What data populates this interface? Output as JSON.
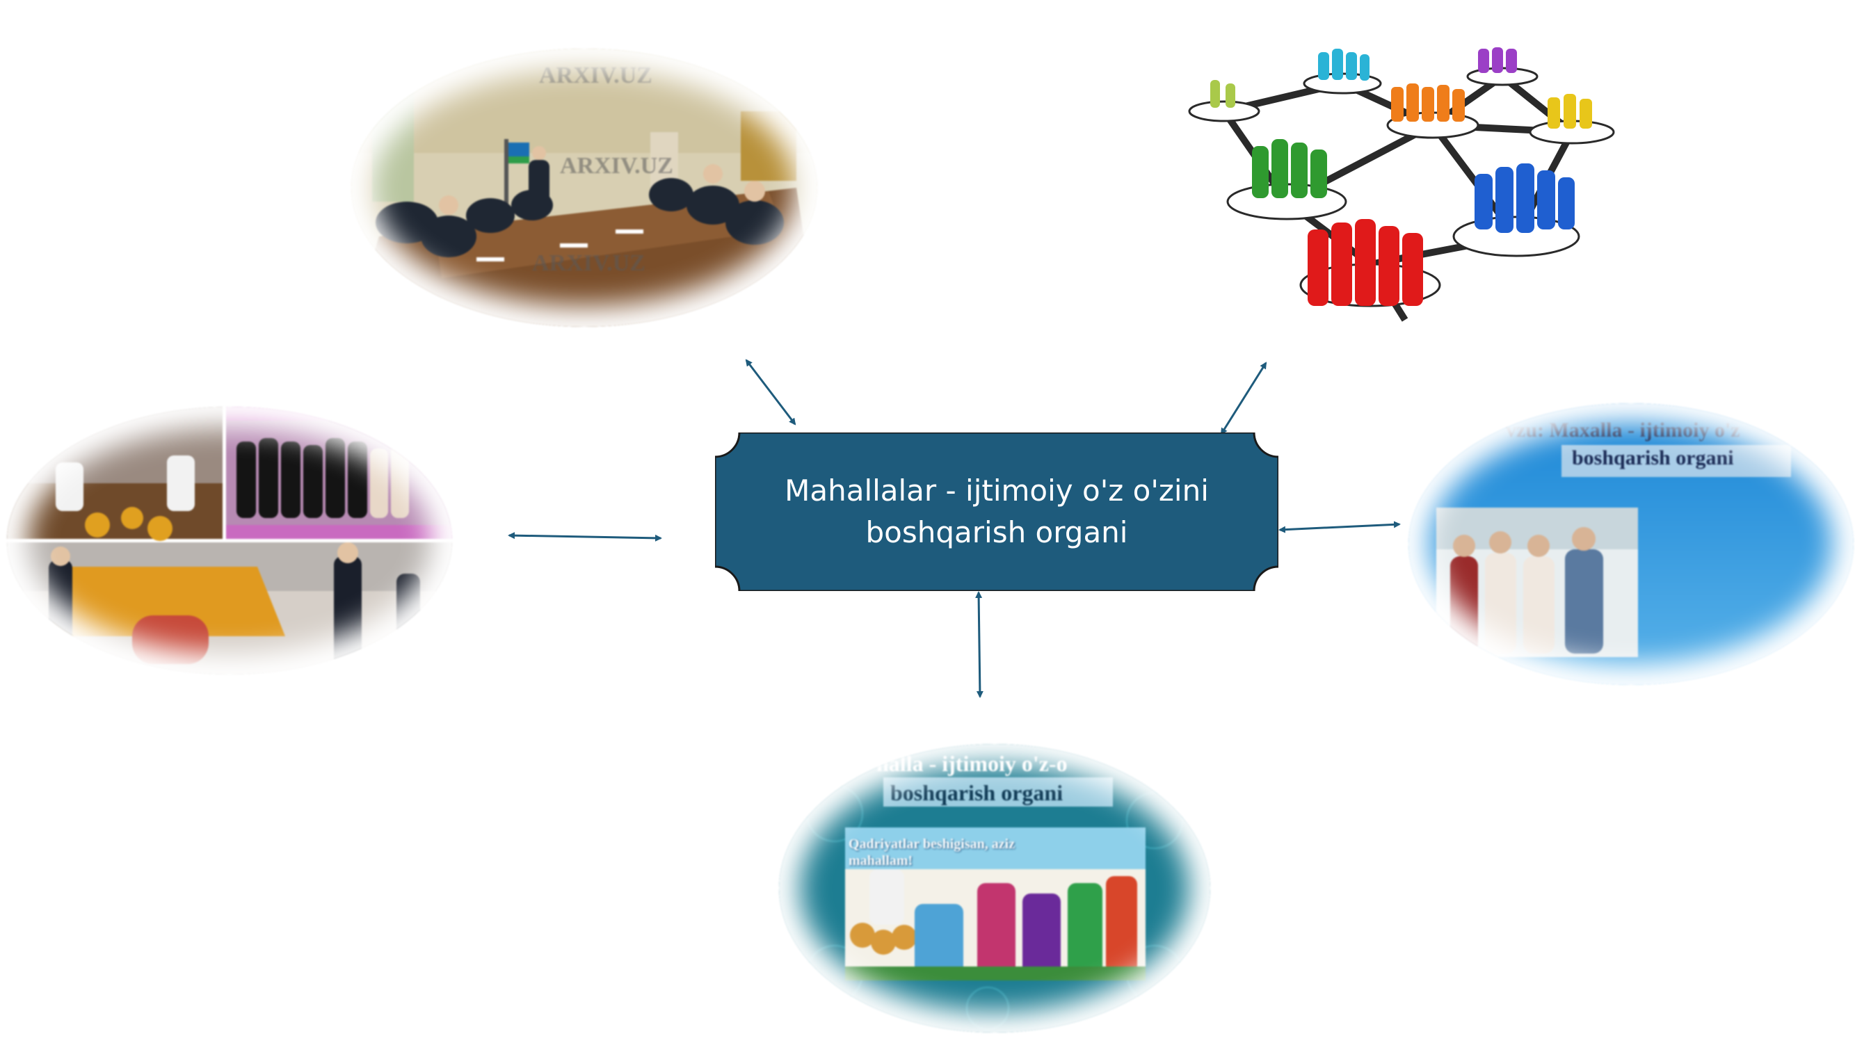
{
  "center": {
    "label": "Mahallalar - ijtimoiy o'z o'zini boshqarish organi",
    "fill": "#1e5b7c",
    "stroke": "#1a1a1a"
  },
  "images": {
    "top_left": {
      "watermark_1": "ARXIV.UZ",
      "watermark_2": "ARXIV.UZ",
      "watermark_3": "ARXIV.UZ"
    },
    "top_right": {},
    "left": {},
    "right": {
      "heading_line_1": "vzu: Maxalla - ijtimoiy o'z",
      "heading_line_2": "boshqarish organi"
    },
    "bottom": {
      "heading_line_1": "halla - ijtimoiy o'z-o",
      "heading_line_2": "boshqarish organi",
      "banner_text": "Qadriyatlar beshigisan, aziz mahallam!"
    }
  },
  "arrow_color": "#1e5b7c"
}
